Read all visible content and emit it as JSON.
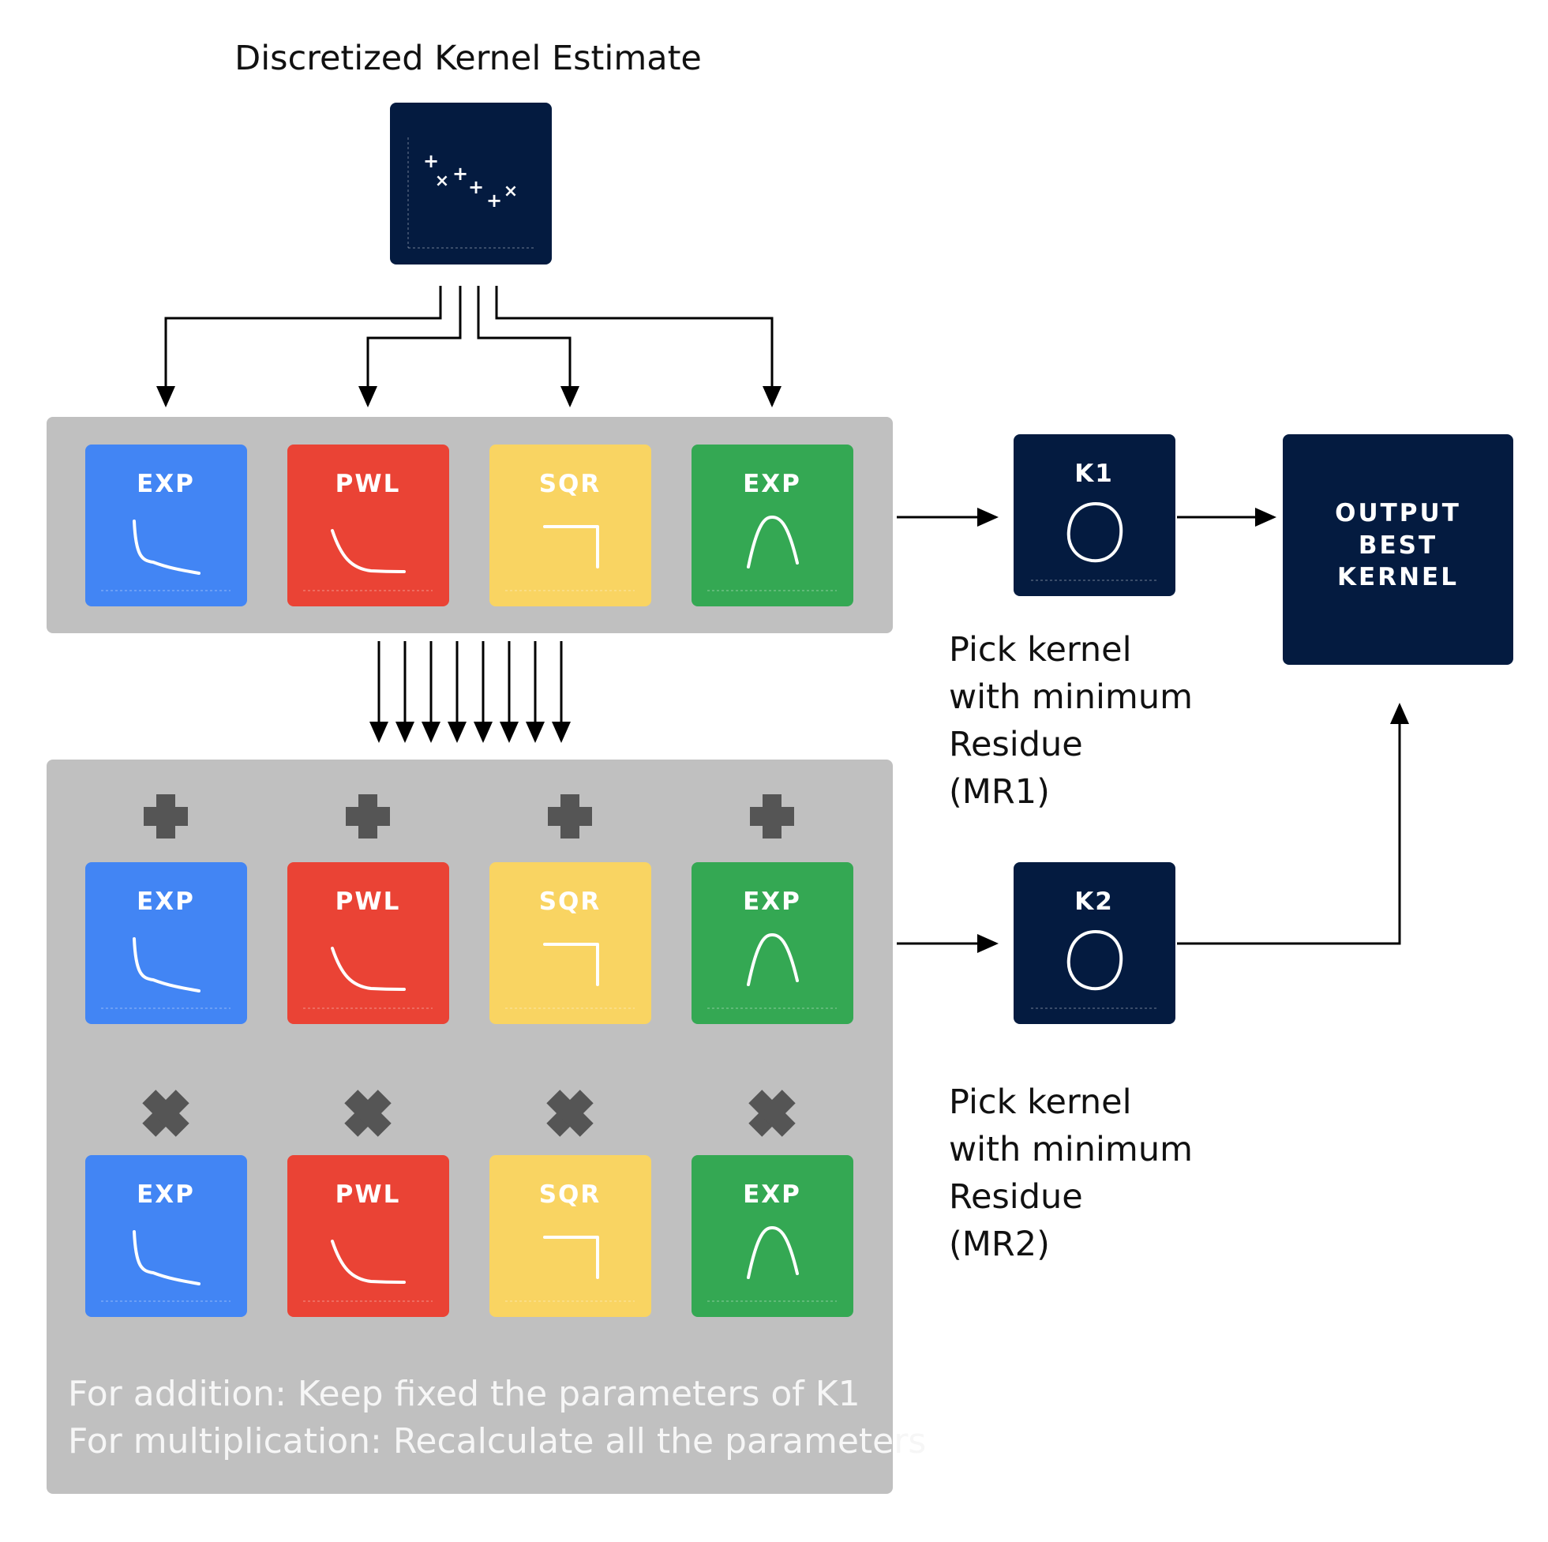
{
  "title": "Discretized Kernel Estimate",
  "estimate_markers": [
    "+",
    "×",
    "+",
    "+",
    "+",
    "×"
  ],
  "colors": {
    "blue": "#4285f4",
    "red": "#ea4335",
    "yellow": "#f9d462",
    "green": "#34a853",
    "navy": "#041b40",
    "panel": "#c0c0c0",
    "operator": "#555555"
  },
  "kernels": [
    {
      "label": "EXP",
      "color": "#4285f4",
      "shape": "decay"
    },
    {
      "label": "PWL",
      "color": "#ea4335",
      "shape": "powerlaw"
    },
    {
      "label": "SQR",
      "color": "#f9d462",
      "shape": "square"
    },
    {
      "label": "EXP",
      "color": "#34a853",
      "shape": "bump"
    }
  ],
  "operators": {
    "add": "+",
    "mul": "×"
  },
  "results": {
    "k1": "K1",
    "k2": "K2"
  },
  "output_lines": [
    "OUTPUT",
    "BEST",
    "KERNEL"
  ],
  "notes": {
    "mr1": [
      "Pick kernel",
      "with minimum",
      "Residue",
      "(MR1)"
    ],
    "mr2": [
      "Pick kernel",
      "with minimum",
      "Residue",
      "(MR2)"
    ]
  },
  "footer": [
    "For addition: Keep fixed the parameters of K1",
    "For multiplication: Recalculate all the parameters"
  ]
}
